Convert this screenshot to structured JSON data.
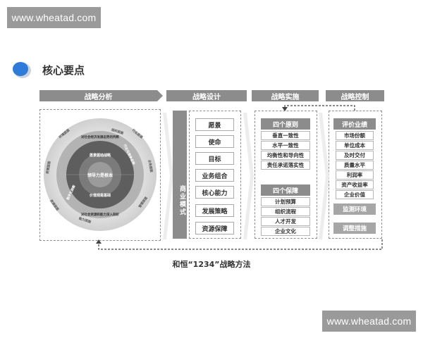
{
  "watermark": {
    "text": "www.wheatad.com"
  },
  "heading": {
    "title": "核心要点"
  },
  "phases": [
    "战略分析",
    "战略设计",
    "战略实施",
    "战略控制"
  ],
  "analysis_wheel": {
    "center": "领导力是根本",
    "inner": [
      "愿景驱动战略",
      "价值观是基础"
    ],
    "middle": [
      "对社会经济发展态势的判断",
      "行业与竞争态势",
      "对社会资源和能力深入剖析",
      "数字化洞察"
    ],
    "outer": [
      "环境层面",
      "行业层面",
      "业务层面",
      "管理层面",
      "资源层面",
      "经营层面",
      "组织层面",
      "能力层面"
    ]
  },
  "design": {
    "side_label": "商业模式",
    "items": [
      "愿景",
      "使命",
      "目标",
      "业务组合",
      "核心能力",
      "发展策略",
      "资源保障"
    ]
  },
  "implementation": {
    "principles": {
      "title": "四个原则",
      "items": [
        "垂直一致性",
        "水平一致性",
        "均衡性和导向性",
        "责任承诺落实性"
      ]
    },
    "guarantees": {
      "title": "四个保障",
      "items": [
        "计划预算",
        "组织流程",
        "人才开发",
        "企业文化"
      ]
    }
  },
  "control": {
    "evaluate": {
      "title": "评价业绩",
      "items": [
        "市场份额",
        "单位成本",
        "及时交付",
        "质量水平",
        "利润率",
        "资产收益率",
        "企业价值"
      ]
    },
    "monitor": "监测环境",
    "adjust": "调整措施"
  },
  "caption": "和恒“1234”战略方法"
}
